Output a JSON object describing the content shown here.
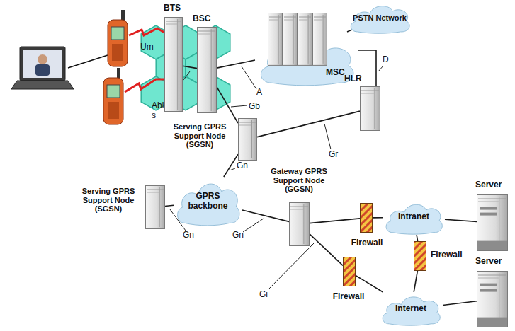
{
  "diagram": {
    "nodes": [
      {
        "text": [
          "BTS"
        ]
      },
      {
        "text": [
          "BSC"
        ]
      },
      {
        "text": [
          "PSTN Network"
        ]
      },
      {
        "text": [
          "MSC"
        ]
      },
      {
        "text": [
          "HLR"
        ]
      },
      {
        "text": [
          "Serving GPRS Support Node (SGSN)"
        ]
      },
      {
        "text": [
          "Serving GPRS Support Node (SGSN)"
        ]
      },
      {
        "text": [
          "GPRS backbone"
        ]
      },
      {
        "text": [
          "Gateway GPRS Support Node (GGSN)"
        ]
      },
      {
        "text": [
          "Server"
        ]
      },
      {
        "text": [
          "Intranet"
        ]
      },
      {
        "text": [
          "Firewall"
        ]
      },
      {
        "text": [
          "Firewall"
        ]
      },
      {
        "text": [
          "Firewall"
        ]
      },
      {
        "text": [
          "Server"
        ]
      },
      {
        "text": [
          "Internet"
        ]
      }
    ],
    "edges": [
      {
        "from": 0,
        "to": 1,
        "arrow": "none"
      },
      {
        "from": 1,
        "to": 3,
        "arrow": "none"
      },
      {
        "from": 3,
        "to": 2,
        "arrow": "none"
      },
      {
        "from": 3,
        "to": 4,
        "arrow": "none"
      },
      {
        "from": 1,
        "to": 5,
        "arrow": "none"
      },
      {
        "from": 5,
        "to": 4,
        "arrow": "none"
      },
      {
        "from": 5,
        "to": 7,
        "arrow": "none"
      },
      {
        "from": 6,
        "to": 7,
        "arrow": "none"
      },
      {
        "from": 7,
        "to": 8,
        "arrow": "none"
      },
      {
        "from": 8,
        "to": 11,
        "arrow": "none"
      },
      {
        "from": 11,
        "to": 10,
        "arrow": "none"
      },
      {
        "from": 8,
        "to": 13,
        "arrow": "none"
      },
      {
        "from": 13,
        "to": 15,
        "arrow": "none"
      },
      {
        "from": 10,
        "to": 12,
        "arrow": "none"
      },
      {
        "from": 12,
        "to": 15,
        "arrow": "none"
      },
      {
        "from": 10,
        "to": 9,
        "arrow": "none"
      },
      {
        "from": 15,
        "to": 14,
        "arrow": "none"
      }
    ],
    "labels": [
      "Um",
      "Abi s",
      "A",
      "Gb",
      "D",
      "Gr",
      "Gn",
      "Gn",
      "Gn",
      "Gi"
    ]
  }
}
